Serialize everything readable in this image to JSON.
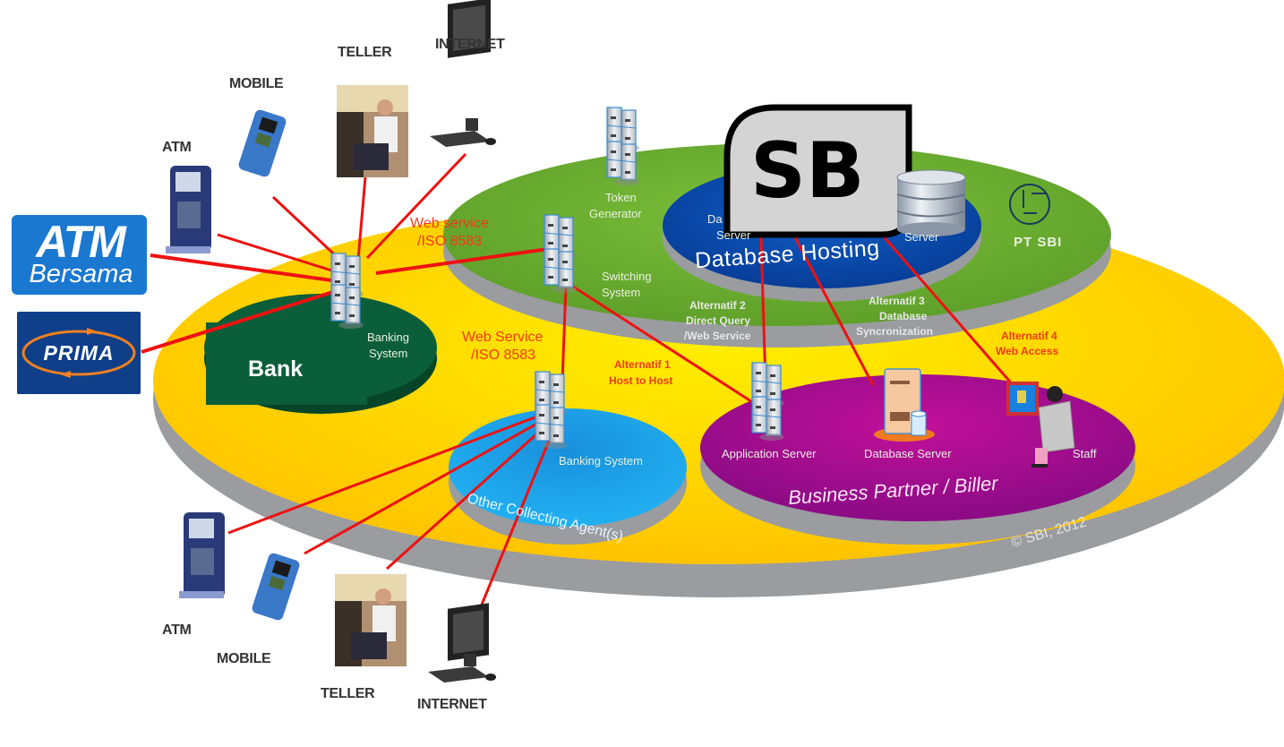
{
  "diagram": {
    "channels_top": [
      {
        "label": "ATM",
        "icon": "atm-machine-icon"
      },
      {
        "label": "MOBILE",
        "icon": "edc-terminal-icon"
      },
      {
        "label": "TELLER",
        "icon": "teller-photo"
      },
      {
        "label": "INTERNET",
        "icon": "desktop-computer-icon"
      }
    ],
    "channels_bottom": [
      {
        "label": "ATM",
        "icon": "atm-machine-icon"
      },
      {
        "label": "MOBILE",
        "icon": "edc-terminal-icon"
      },
      {
        "label": "TELLER",
        "icon": "teller-photo"
      },
      {
        "label": "INTERNET",
        "icon": "desktop-computer-icon"
      }
    ],
    "networks": [
      {
        "name": "atm-bersama",
        "line1": "ATM",
        "line2": "Bersama"
      },
      {
        "name": "prima",
        "label": "PRIMA"
      }
    ],
    "zones": {
      "bank": {
        "label": "Bank",
        "server_label_1": "Banking",
        "server_label_2": "System",
        "color": "#0b5e3a"
      },
      "sbi": {
        "label": "PT SBI",
        "color": "#6aad2e"
      },
      "database_hosting": {
        "label": "Database Hosting",
        "server_left_1": "Da",
        "server_left_2": "Server",
        "server_right": "Server",
        "color": "#0a48a8"
      },
      "other_agents": {
        "label": "Other Collecting Agent(s)",
        "server_label": "Banking System",
        "color": "#1aa0e0"
      },
      "business_partner": {
        "label": "Business Partner / Biller",
        "color": "#a0108e",
        "items": [
          {
            "label": "Application Server",
            "icon": "server-rack-icon"
          },
          {
            "label": "Database Server",
            "icon": "database-server-icon"
          },
          {
            "label": "Staff",
            "icon": "staff-workstation-icon"
          }
        ]
      },
      "outer": {
        "color": "#ffcc00"
      }
    },
    "servers": {
      "token_generator": {
        "line1": "Token",
        "line2": "Generator"
      },
      "switching_system": {
        "line1": "Switching",
        "line2": "System"
      }
    },
    "connections": {
      "web_service_top": {
        "line1": "Web service",
        "line2": "/ISO 8583"
      },
      "web_service_mid": {
        "line1": "Web Service",
        "line2": "/ISO 8583"
      },
      "alt1": {
        "line1": "Alternatif 1",
        "line2": "Host to Host"
      },
      "alt2": {
        "line1": "Alternatif 2",
        "line2": "Direct Query",
        "line3": "/Web Service"
      },
      "alt3": {
        "line1": "Alternatif 3",
        "line2": "Database",
        "line3": "Syncronization"
      },
      "alt4": {
        "line1": "Alternatif 4",
        "line2": "Web Access"
      },
      "line_color": "#ee1111"
    },
    "overlay_logo": {
      "text": "SB",
      "icon": "database-cylinder-icon"
    },
    "copyright": "© SBI, 2012"
  }
}
